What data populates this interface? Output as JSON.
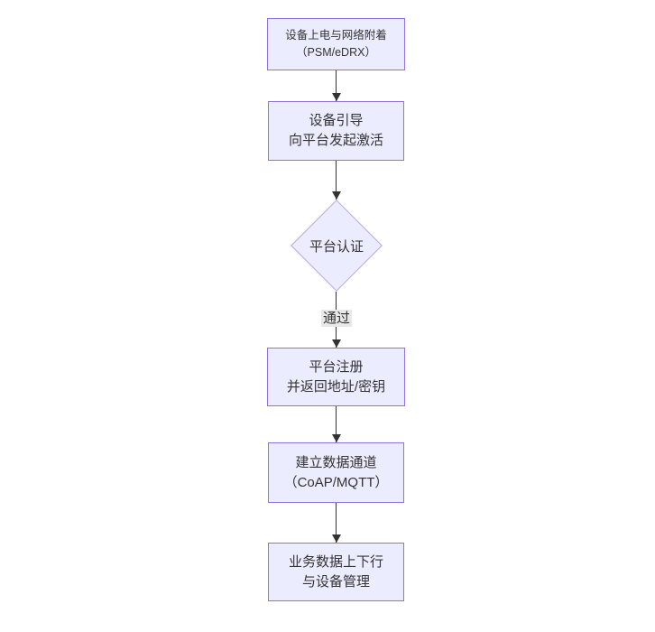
{
  "diagram": {
    "type": "flowchart",
    "direction": "top-down",
    "colors": {
      "background": "#ffffff",
      "node_fill": "#ECECFF",
      "node_border": "#9370DB",
      "text": "#333333",
      "arrow": "#333333",
      "edge_label_background": "#e8e8e8"
    },
    "nodes": [
      {
        "id": "power-attach",
        "shape": "rect",
        "line1": "设备上电与网络附着",
        "line2": "（PSM/eDRX）"
      },
      {
        "id": "bootstrap",
        "shape": "rect",
        "line1": "设备引导",
        "line2": "向平台发起激活"
      },
      {
        "id": "auth",
        "shape": "diamond",
        "line1": "平台认证"
      },
      {
        "id": "register",
        "shape": "rect",
        "line1": "平台注册",
        "line2": "并返回地址/密钥"
      },
      {
        "id": "channel",
        "shape": "rect",
        "line1": "建立数据通道",
        "line2": "（CoAP/MQTT）"
      },
      {
        "id": "business",
        "shape": "rect",
        "line1": "业务数据上下行",
        "line2": "与设备管理"
      }
    ],
    "edges": [
      {
        "from": "power-attach",
        "to": "bootstrap",
        "label": ""
      },
      {
        "from": "bootstrap",
        "to": "auth",
        "label": ""
      },
      {
        "from": "auth",
        "to": "register",
        "label": "通过"
      },
      {
        "from": "register",
        "to": "channel",
        "label": ""
      },
      {
        "from": "channel",
        "to": "business",
        "label": ""
      }
    ]
  }
}
